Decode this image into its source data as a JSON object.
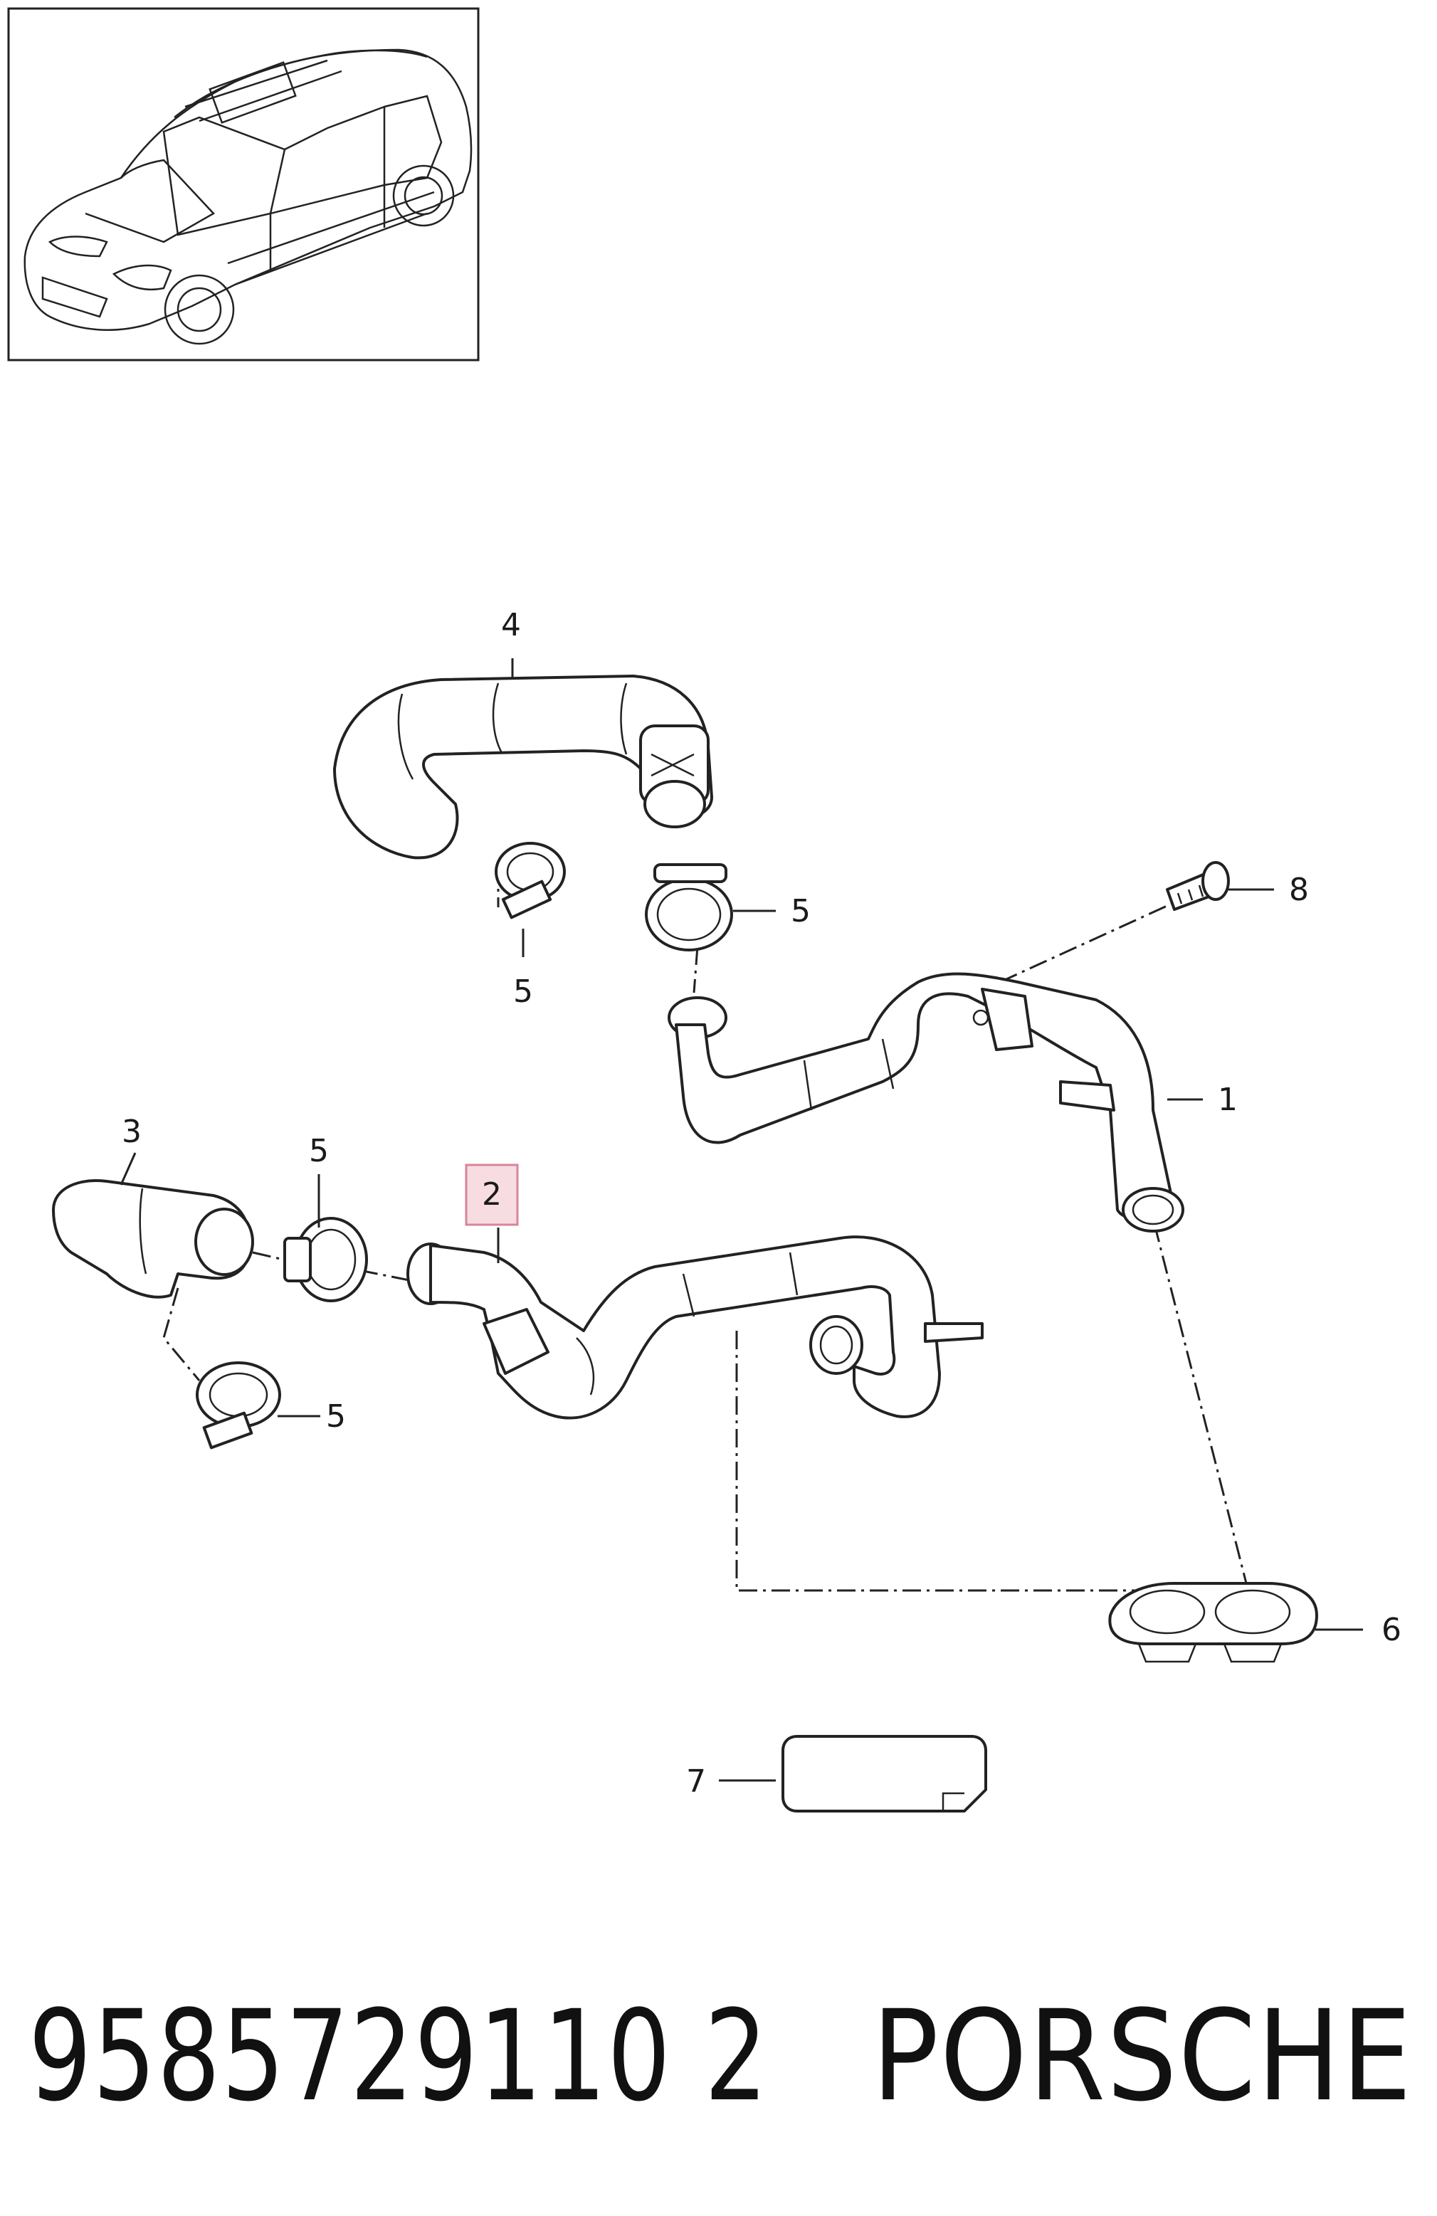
{
  "callouts": [
    {
      "id": "1",
      "text": "1"
    },
    {
      "id": "2",
      "text": "2"
    },
    {
      "id": "3",
      "text": "3"
    },
    {
      "id": "4",
      "text": "4"
    },
    {
      "id": "5a",
      "text": "5"
    },
    {
      "id": "5b",
      "text": "5"
    },
    {
      "id": "5c",
      "text": "5"
    },
    {
      "id": "5d",
      "text": "5"
    },
    {
      "id": "6",
      "text": "6"
    },
    {
      "id": "7",
      "text": "7"
    },
    {
      "id": "8",
      "text": "8"
    }
  ],
  "footer": {
    "part_number": "9585729110 2",
    "brand": "PORSCHE"
  },
  "colors": {
    "line": "#222222",
    "highlight_fill": "#f7dde2",
    "highlight_border": "#d9849a"
  }
}
